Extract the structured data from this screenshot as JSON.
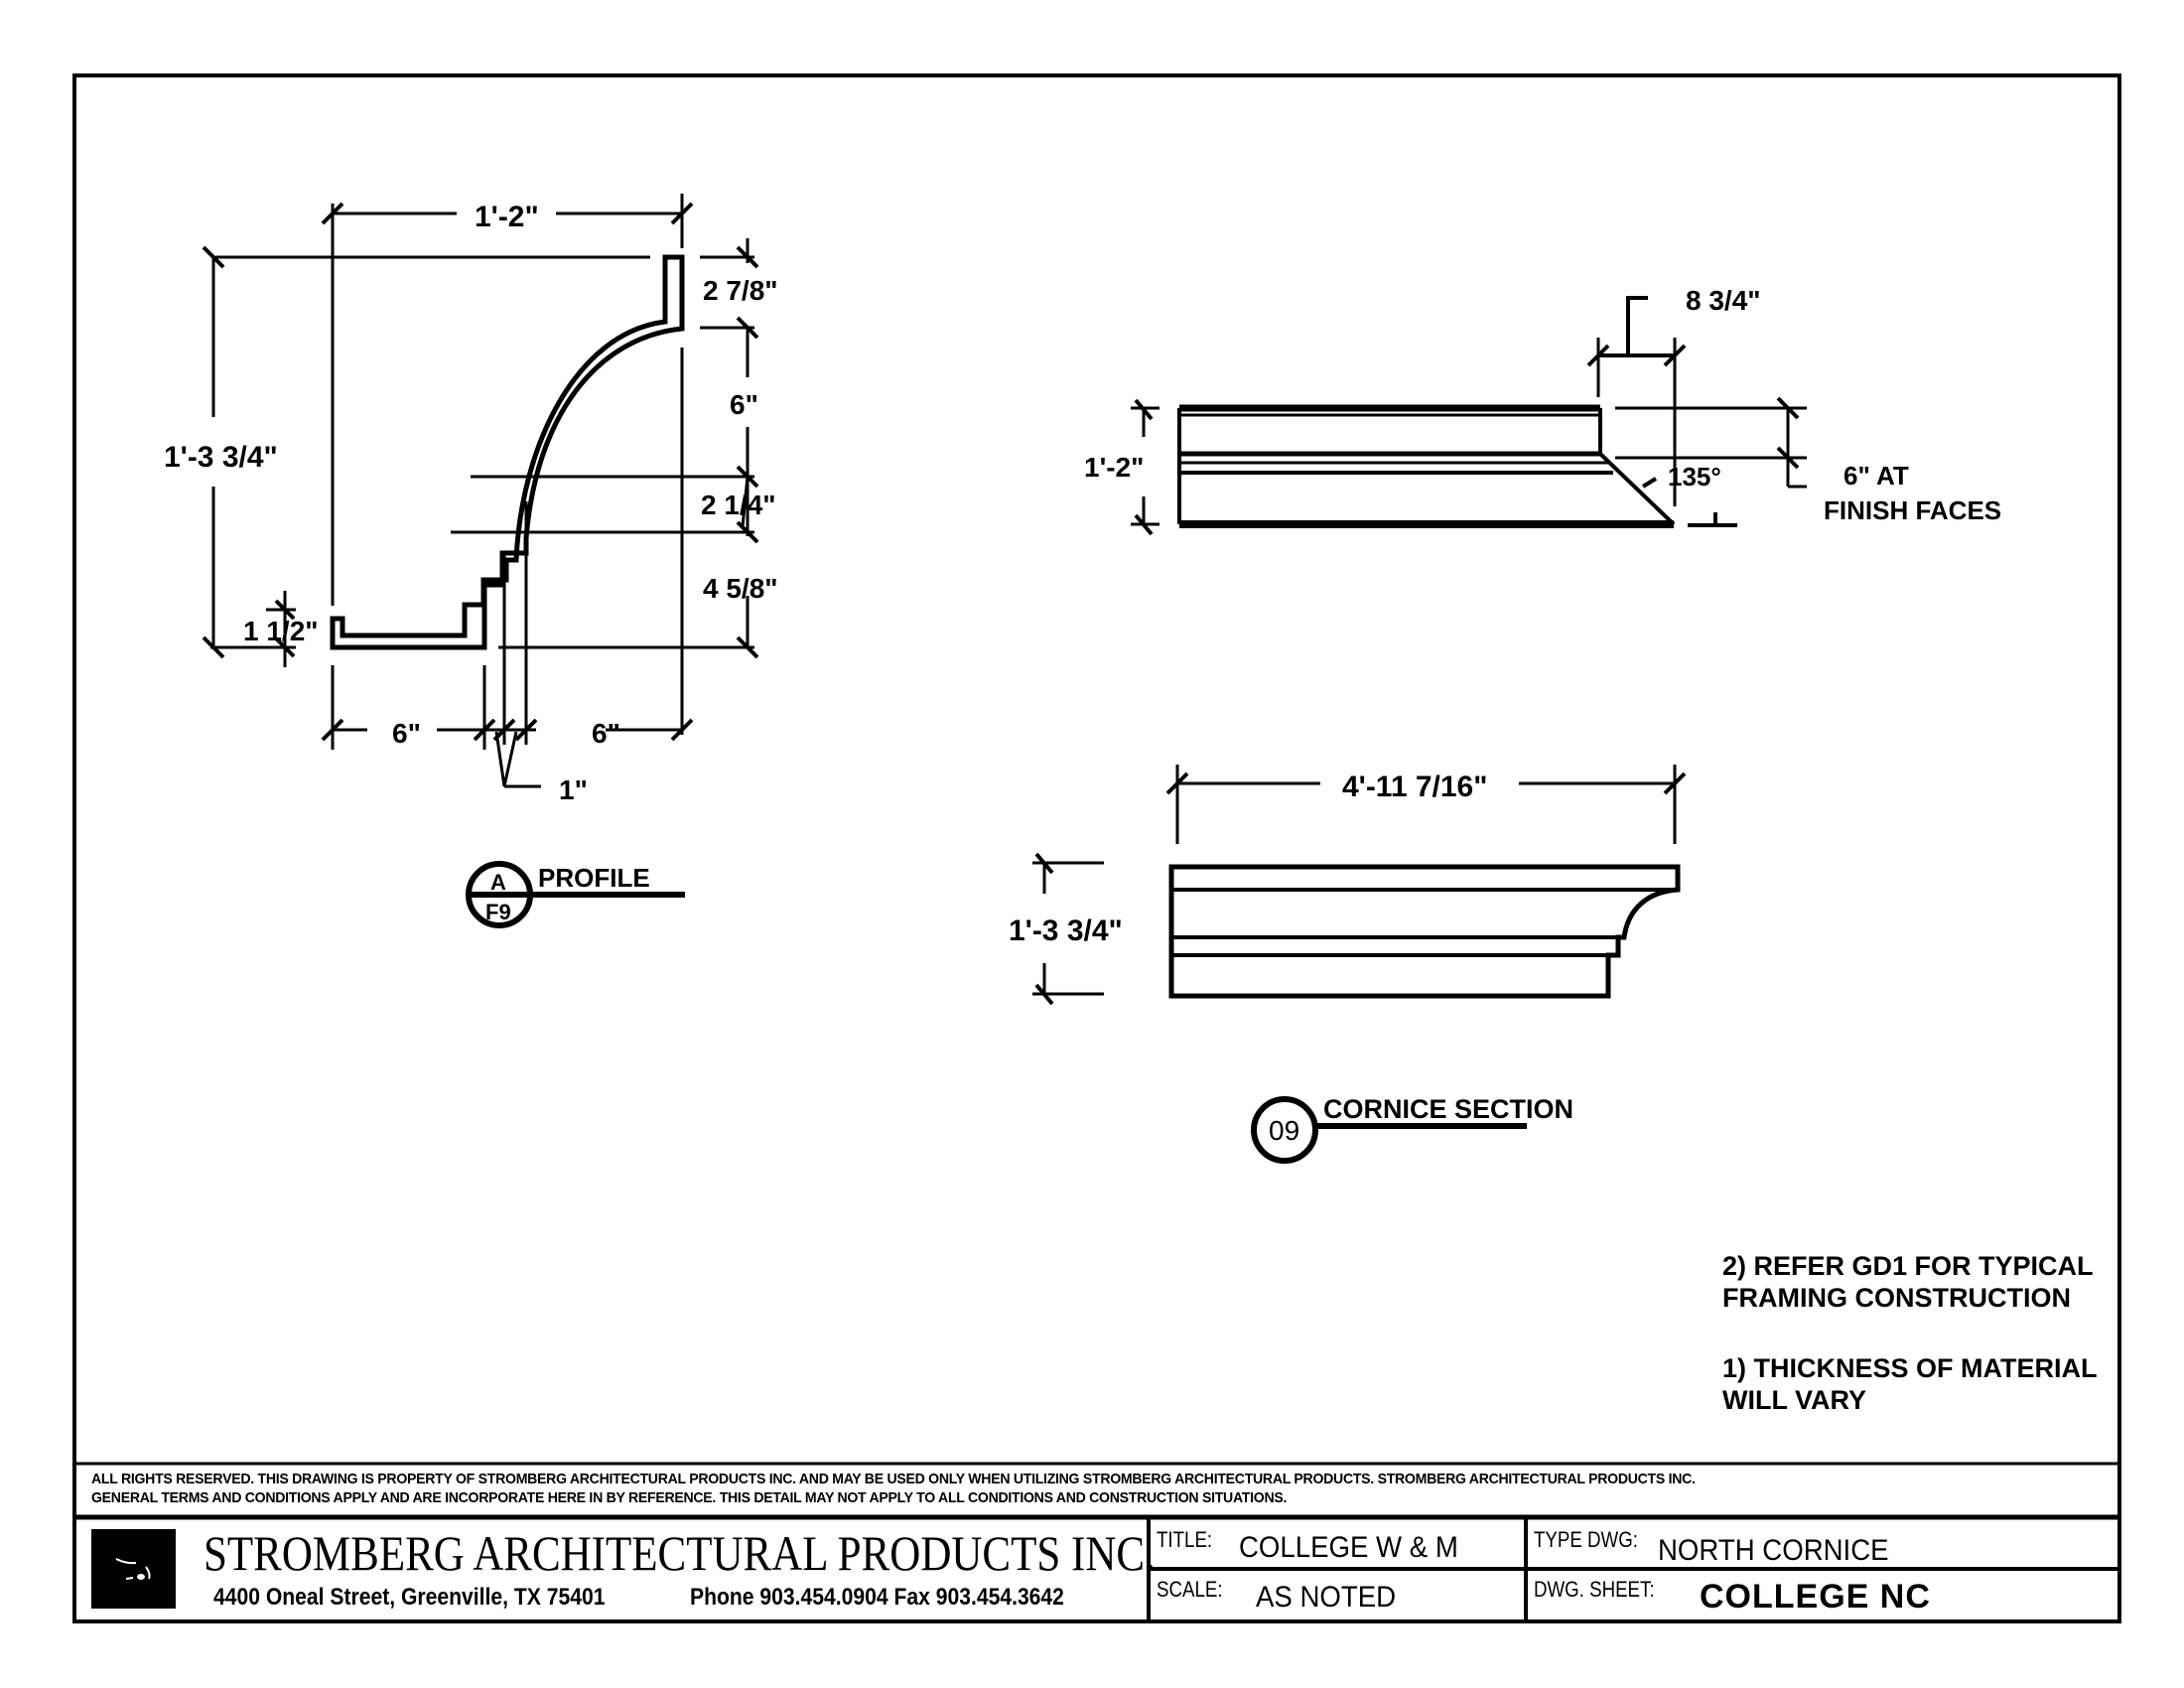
{
  "profile_detail": {
    "callout_top": "A",
    "callout_bottom": "F9",
    "title": "PROFILE",
    "dimensions": {
      "overall_width": "1'-2\"",
      "overall_height": "1'-3 3/4\"",
      "top_lip": "2 7/8\"",
      "cove": "6\"",
      "step_upper": "2 1/4\"",
      "step_lower": "4 5/8\"",
      "bottom_lip": "1 1/2\"",
      "bottom_left": "6\"",
      "bottom_right": "6\"",
      "thickness": "1\""
    }
  },
  "plan_detail": {
    "dimensions": {
      "return_width": "8 3/4\"",
      "height": "1'-2\"",
      "angle": "135°",
      "finish_face_line1": "6\" AT",
      "finish_face_line2": "FINISH FACES"
    }
  },
  "cornice_section": {
    "callout": "09",
    "title": "CORNICE SECTION",
    "dimensions": {
      "length": "4'-11 7/16\"",
      "height": "1'-3 3/4\""
    }
  },
  "notes": [
    {
      "line1": "2) REFER GD1 FOR TYPICAL",
      "line2": "FRAMING CONSTRUCTION"
    },
    {
      "line1": "1) THICKNESS OF MATERIAL",
      "line2": "WILL VARY"
    }
  ],
  "disclaimer": {
    "line1": "ALL RIGHTS RESERVED. THIS DRAWING IS PROPERTY OF STROMBERG ARCHITECTURAL PRODUCTS INC. AND MAY BE USED ONLY WHEN UTILIZING STROMBERG ARCHITECTURAL PRODUCTS.  STROMBERG ARCHITECTURAL PRODUCTS INC.",
    "line2": "GENERAL TERMS AND CONDITIONS APPLY AND ARE INCORPORATE HERE IN BY REFERENCE.  THIS DETAIL MAY NOT APPLY TO ALL CONDITIONS AND CONSTRUCTION SITUATIONS."
  },
  "title_block": {
    "company": "STROMBERG ARCHITECTURAL PRODUCTS INC.",
    "address": "4400 Oneal Street, Greenville, TX  75401",
    "phone_fax": "Phone 903.454.0904   Fax 903.454.3642",
    "title_label": "TITLE:",
    "title_value": "COLLEGE W & M",
    "scale_label": "SCALE:",
    "scale_value": "AS NOTED",
    "type_label": "TYPE DWG:",
    "type_value": "NORTH CORNICE",
    "sheet_label": "DWG. SHEET:",
    "sheet_value": "COLLEGE NC"
  }
}
